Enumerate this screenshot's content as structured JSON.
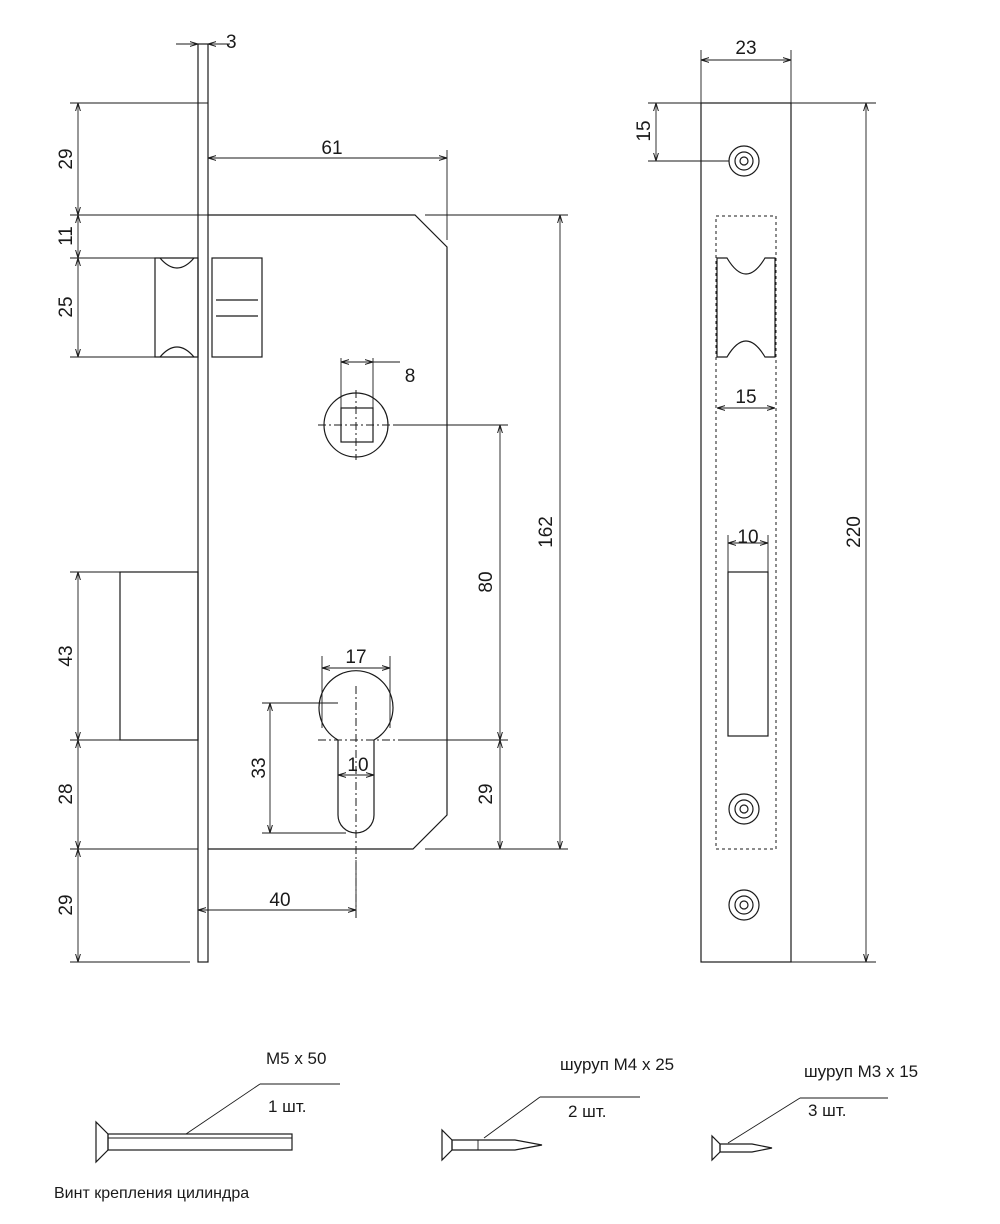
{
  "dimensions": {
    "faceplate_thickness": "3",
    "top_offset": "29",
    "depth": "61",
    "gap": "11",
    "latch_height": "25",
    "spindle": "8",
    "body_height": "162",
    "center_distance": "80",
    "deadbolt_height": "43",
    "cylinder_width": "17",
    "cylinder_height": "33",
    "cylinder_slot": "10",
    "lower_offset": "28",
    "bottom_cyl_offset": "29",
    "backset": "40",
    "bottom_offset": "29"
  },
  "strike": {
    "width": "23",
    "top_hole": "15",
    "window_width": "15",
    "bolt_window": "10",
    "height": "220"
  },
  "hardware": [
    {
      "size": "M5 x 50",
      "qty": "1 шт."
    },
    {
      "size": "шуруп М4 x 25",
      "qty": "2 шт."
    },
    {
      "size": "шуруп М3 x 15",
      "qty": "3 шт."
    }
  ],
  "caption": "Винт крепления цилиндра"
}
